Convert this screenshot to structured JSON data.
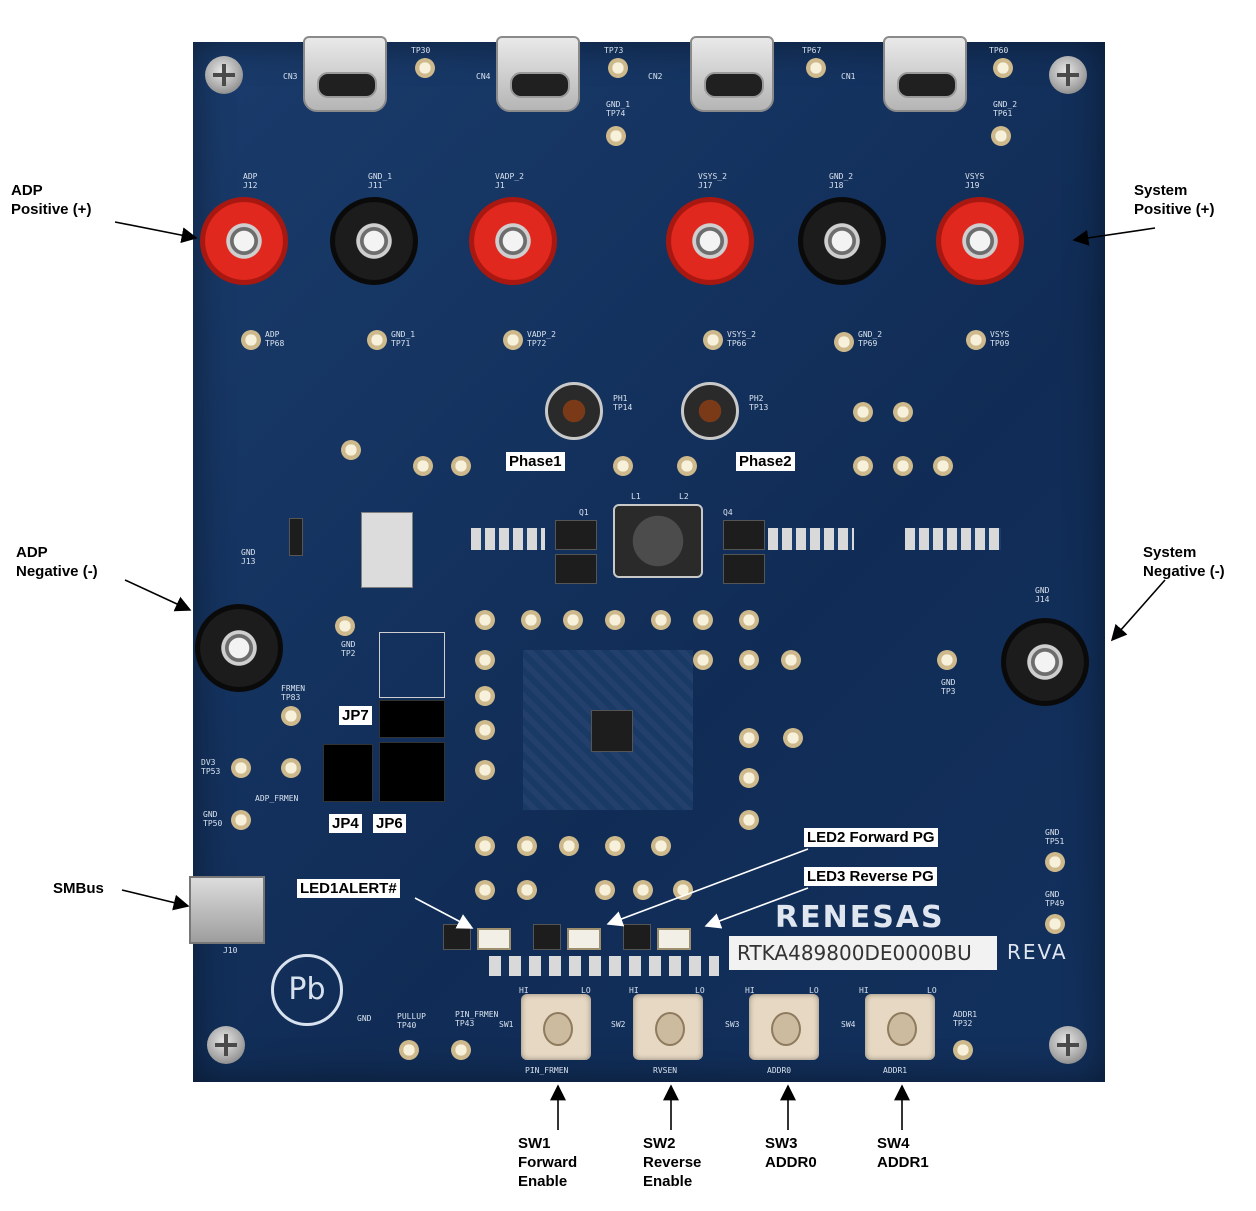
{
  "callouts": {
    "adp_positive": "ADP\nPositive (+)",
    "system_positive": "System\nPositive (+)",
    "adp_negative": "ADP\nNegative (-)",
    "system_negative": "System\nNegative (-)",
    "smbus": "SMBus",
    "sw1": "SW1\nForward\nEnable",
    "sw2": "SW2\nReverse\nEnable",
    "sw3": "SW3\nADDR0",
    "sw4": "SW4\nADDR1"
  },
  "board_labels": {
    "phase1": "Phase1",
    "phase2": "Phase2",
    "jp7": "JP7",
    "jp4": "JP4",
    "jp6": "JP6",
    "led1": "LED1ALERT#",
    "led2": "LED2 Forward PG",
    "led3": "LED3 Reverse PG",
    "part_number": "RTKA489800DE0000BU",
    "revision": "REVA",
    "brand": "RENESAS"
  },
  "silkscreen": {
    "cn3": "CN3",
    "cn4": "CN4",
    "cn2": "CN2",
    "cn1": "CN1",
    "tp30": "TP30",
    "tp73": "TP73",
    "tp67": "TP67",
    "tp60": "TP60",
    "gnd1_tp74": "GND_1\nTP74",
    "gnd2_tp61": "GND_2\nTP61",
    "adp_j12": "ADP\nJ12",
    "gnd1_j11": "GND_1\nJ11",
    "vadp2_j1": "VADP_2\nJ1",
    "vsys2_j17": "VSYS_2\nJ17",
    "gnd2_j18": "GND_2\nJ18",
    "vsys_j19": "VSYS\nJ19",
    "adp_tp68": "ADP\nTP68",
    "gnd1_tp71": "GND_1\nTP71",
    "vadp2_tp72": "VADP_2\nTP72",
    "vsys2_tp66": "VSYS_2\nTP66",
    "gnd2_tp69": "GND_2\nTP69",
    "vsys_tp09": "VSYS\nTP09",
    "ph1_tp14": "PH1\nTP14",
    "ph2_tp13": "PH2\nTP13",
    "gnd_j13": "GND\nJ13",
    "gnd_j14": "GND\nJ14",
    "gnd_tp2": "GND\nTP2",
    "gnd_tp3": "GND\nTP3",
    "l1": "L1",
    "l2": "L2",
    "q1": "Q1",
    "q4": "Q4",
    "frmen_tp83": "FRMEN\nTP83",
    "dv3_tp53": "DV3\nTP53",
    "gnd_tp50": "GND\nTP50",
    "adp_frmen": "ADP_FRMEN",
    "gnd_tp51": "GND\nTP51",
    "gnd_tp49": "GND\nTP49",
    "gnd": "GND",
    "pullup_tp40": "PULLUP\nTP40",
    "pin_frmen_tp43": "PIN_FRMEN\nTP43",
    "addr1_tp32": "ADDR1\nTP32",
    "sw1": "SW1",
    "sw2": "SW2",
    "sw3": "SW3",
    "sw4": "SW4",
    "pin_frmen": "PIN_FRMEN",
    "rvsen": "RVSEN",
    "addr0": "ADDR0",
    "addr1": "ADDR1",
    "hi": "HI",
    "lo": "LO",
    "j10": "J10"
  },
  "colors": {
    "board": "#12305a",
    "red_post": "#e0281e",
    "black_post": "#1c1c1c",
    "label_bg": "#ffffff"
  }
}
